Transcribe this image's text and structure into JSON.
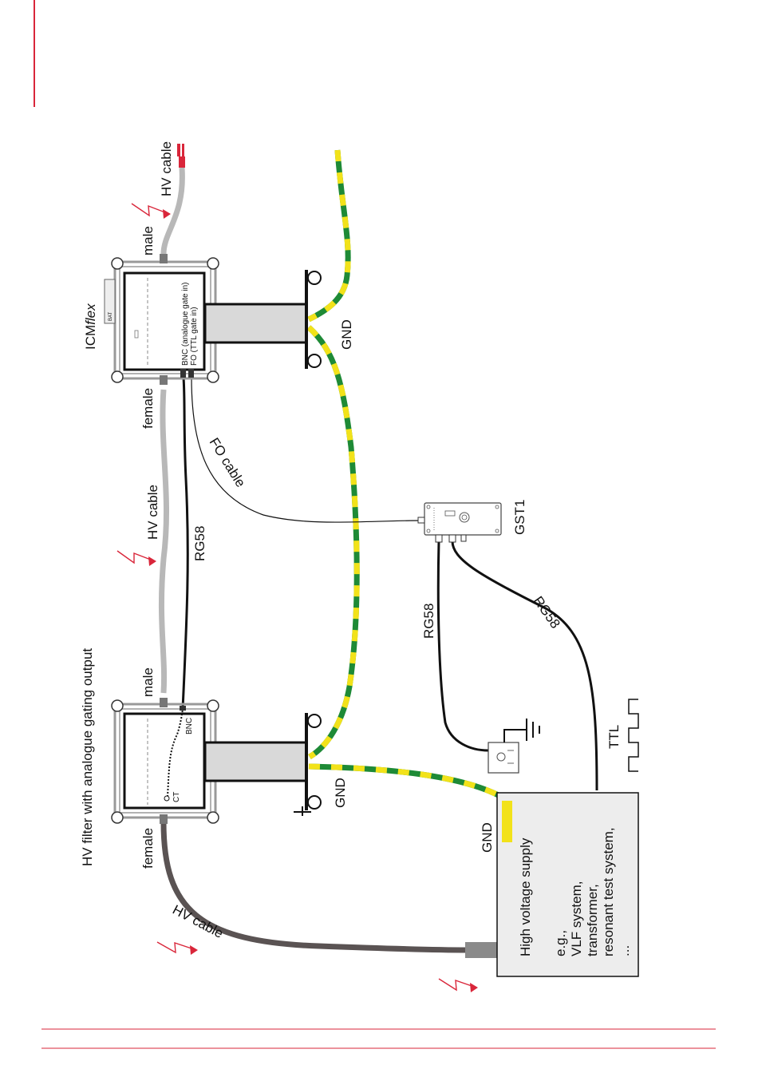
{
  "colors": {
    "accent_red": "#d9263a",
    "gnd_green": "#1e8a36",
    "gnd_yellow": "#f2e21a",
    "hv_gray": "#b8b8b8",
    "hv_dark": "#5a5353",
    "box_fill": "#d9d9d9"
  },
  "labels": {
    "hv_filter_title": "HV filter with analogue gating output",
    "female_left": "female",
    "male_left": "male",
    "female_right": "female",
    "male_right": "male",
    "hv_cable_top": "HV cable",
    "hv_cable_mid": "HV cable",
    "hv_cable_bottom": "HV cable",
    "rg58_mid": "RG58",
    "rg58_gst_a": "RG58",
    "rg58_gst_b": "RG58",
    "fo_cable": "FO cable",
    "icm_prefix": "ICM",
    "icm_suffix": "flex",
    "bnc_in": "BNC (analogue gate in)",
    "fo_in": "FO (TTL gate in)",
    "bat": "BAT",
    "ct": "CT",
    "bnc": "BNC",
    "gnd_left": "GND",
    "gnd_right": "GND",
    "gnd_hvs": "GND",
    "gst1": "GST1",
    "ttl": "TTL",
    "hvs_title": "High voltage supply",
    "hvs_line1": "e.g.,",
    "hvs_line2": "VLF system,",
    "hvs_line3": "transformer,",
    "hvs_line4": "resonant test system,",
    "hvs_line5": "..."
  }
}
